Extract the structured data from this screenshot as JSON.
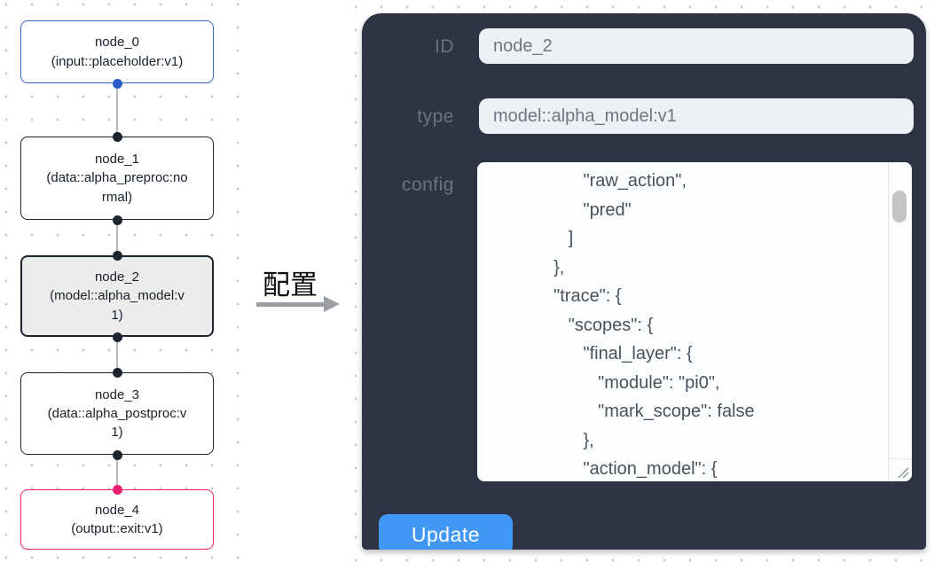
{
  "flow": {
    "nodes": [
      {
        "id": "node_0",
        "subtitle": "(input::placeholder:v1)"
      },
      {
        "id": "node_1",
        "subtitle": "(data::alpha_preproc:normal)"
      },
      {
        "id": "node_2",
        "subtitle": "(model::alpha_model:v1)"
      },
      {
        "id": "node_3",
        "subtitle": "(data::alpha_postproc:v1)"
      },
      {
        "id": "node_4",
        "subtitle": "(output::exit:v1)"
      }
    ],
    "colors": {
      "input_node_border": "#3566c1",
      "default_node_border": "#1c2430",
      "selected_node_bg": "#ececec",
      "output_node_border": "#ec1e6e",
      "input_handle": "#2b5bc7",
      "default_handle": "#1c2430",
      "output_handle": "#ec1e6e",
      "edge": "#b6bac0"
    }
  },
  "transition": {
    "label": "配置"
  },
  "panel": {
    "background": "#2d3545",
    "id_field": {
      "label": "ID",
      "value": "node_2"
    },
    "type_field": {
      "label": "type",
      "value": "model::alpha_model:v1"
    },
    "config_field": {
      "label": "config",
      "lines": [
        "                 \"raw_action\",",
        "                 \"pred\"",
        "              ]",
        "           },",
        "           \"trace\": {",
        "              \"scopes\": {",
        "                 \"final_layer\": {",
        "                    \"module\": \"pi0\",",
        "                    \"mark_scope\": false",
        "                 },",
        "                 \"action_model\": {"
      ]
    },
    "update_button": {
      "label": "Update",
      "color": "#4197f6"
    }
  }
}
